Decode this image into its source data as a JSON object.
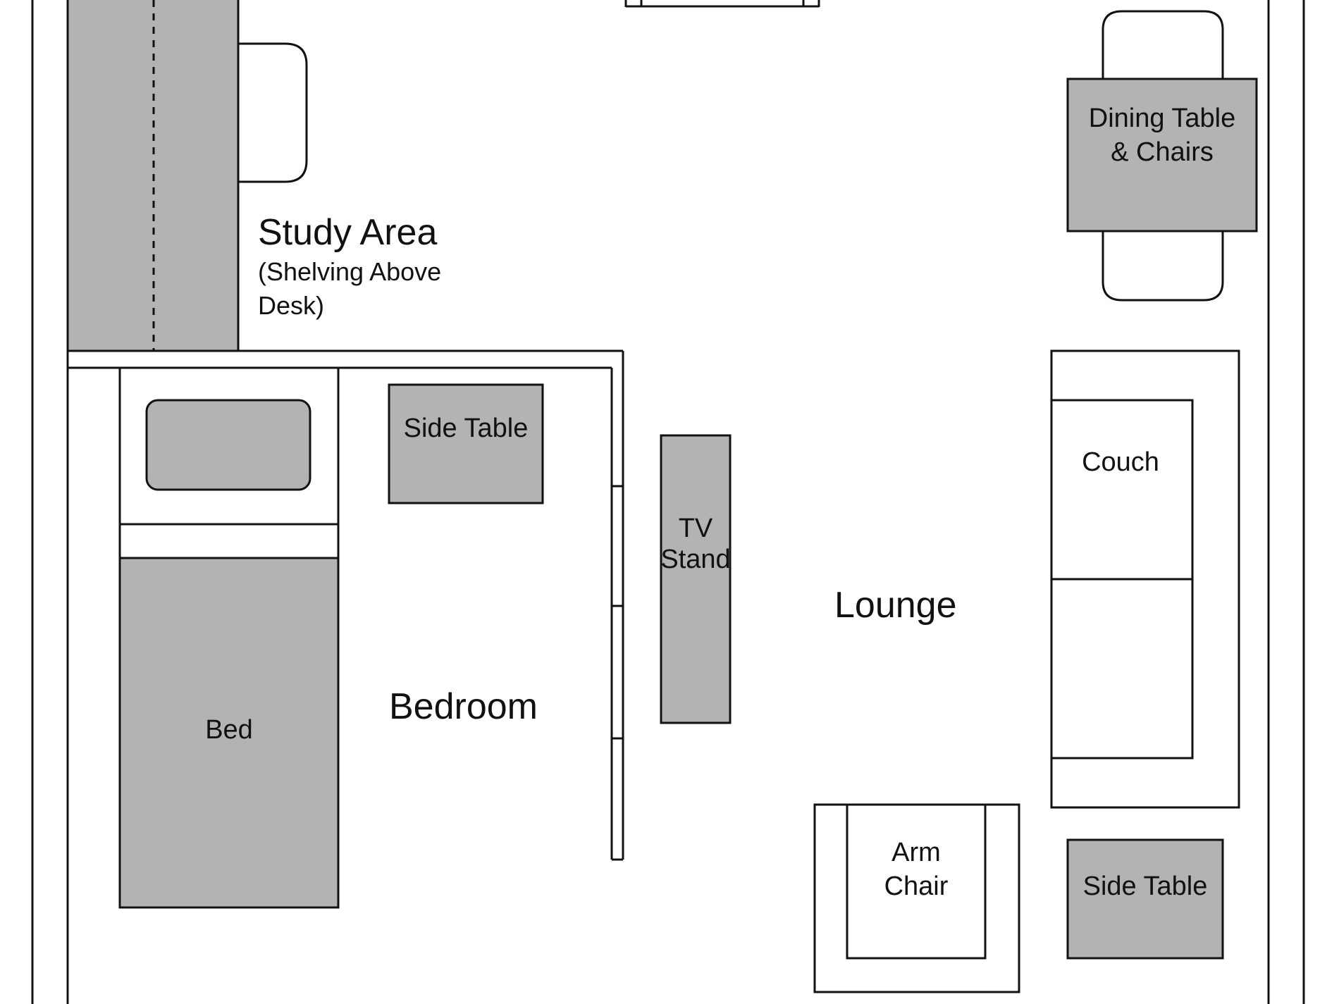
{
  "rooms": {
    "study_area": "Study Area",
    "study_note_line1": "(Shelving Above",
    "study_note_line2": "Desk)",
    "bedroom": "Bedroom",
    "lounge": "Lounge"
  },
  "furniture": {
    "dining_line1": "Dining Table",
    "dining_line2": "& Chairs",
    "side_table_top": "Side Table",
    "tv_line1": "TV",
    "tv_line2": "Stand",
    "couch": "Couch",
    "bed": "Bed",
    "arm_chair_line1": "Arm",
    "arm_chair_line2": "Chair",
    "side_table_bottom": "Side Table"
  },
  "colors": {
    "furniture_fill": "#b3b3b3",
    "line": "#111111",
    "background": "#ffffff"
  }
}
